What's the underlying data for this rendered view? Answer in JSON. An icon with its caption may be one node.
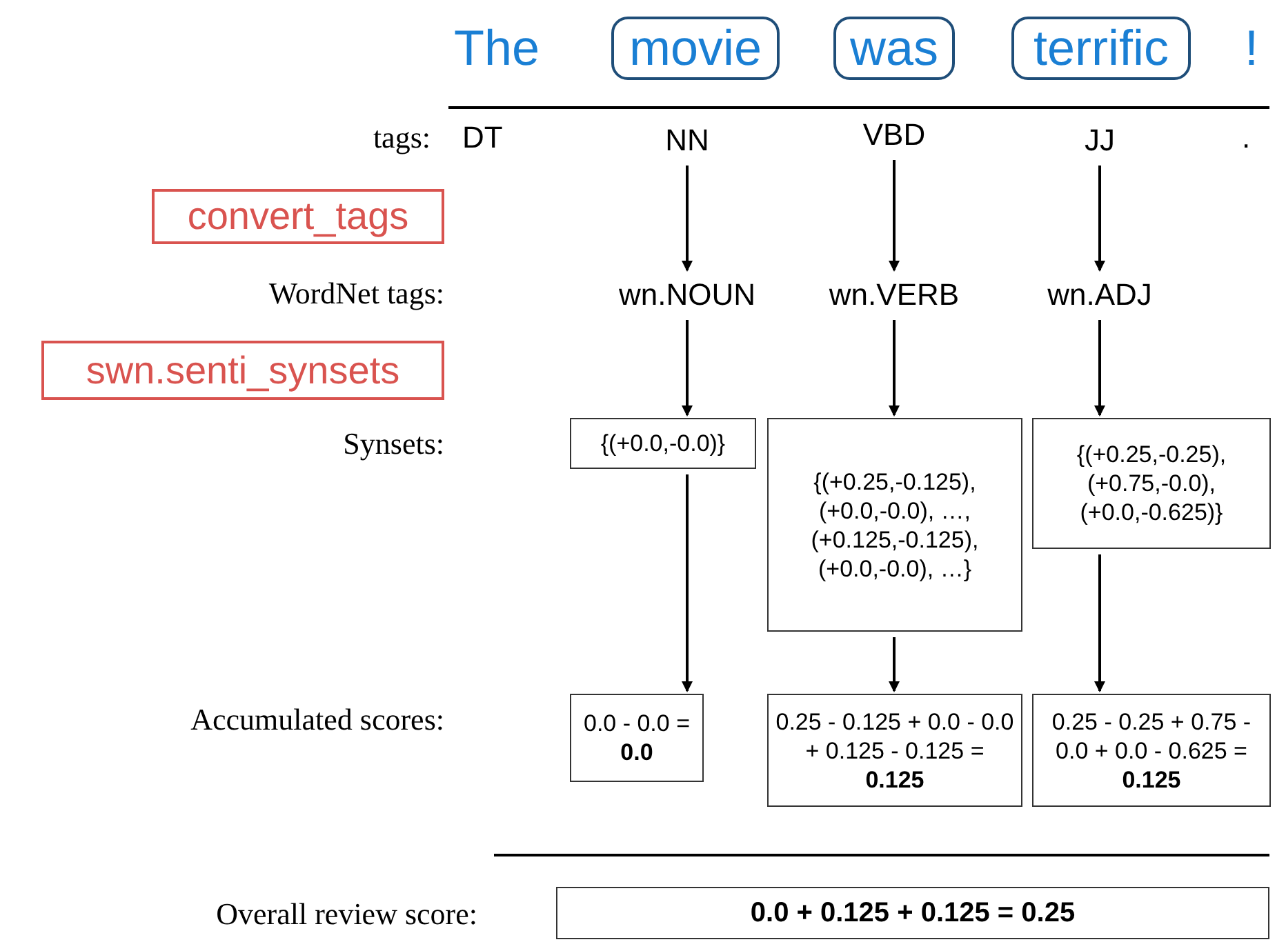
{
  "diagram": {
    "nodes": [
      {
        "text": [
          "The"
        ]
      },
      {
        "text": [
          "movie"
        ]
      },
      {
        "text": [
          "was"
        ]
      },
      {
        "text": [
          "terrific"
        ]
      },
      {
        "text": [
          "!"
        ]
      },
      {
        "text": [
          "NN"
        ]
      },
      {
        "text": [
          "VBD"
        ]
      },
      {
        "text": [
          "JJ"
        ]
      },
      {
        "text": [
          "convert_tags"
        ]
      },
      {
        "text": [
          "wn.NOUN"
        ]
      },
      {
        "text": [
          "wn.VERB"
        ]
      },
      {
        "text": [
          "wn.ADJ"
        ]
      },
      {
        "text": [
          "swn.senti_synsets"
        ]
      },
      {
        "text": [
          "{(+0.0,-0.0)}"
        ]
      },
      {
        "text": [
          "{(+0.25,-0.125), (+0.0,-0.0), …, (+0.125,-0.125), (+0.0,-0.0), …}"
        ]
      },
      {
        "text": [
          "{(+0.25,-0.25), (+0.75,-0.0), (+0.0,-0.625)}"
        ]
      },
      {
        "text": [
          "0.0 - 0.0 = **0.0**"
        ]
      },
      {
        "text": [
          "0.25 - 0.125 + 0.0 - 0.0 + 0.125 - 0.125 = **0.125**"
        ]
      },
      {
        "text": [
          "0.25 - 0.25 + 0.75 - 0.0 + 0.0 - 0.625 = **0.125**"
        ]
      },
      {
        "text": [
          "0.0 + 0.125 + 0.125 = 0.25"
        ]
      }
    ],
    "edges": [
      {
        "from": 5,
        "to": 9,
        "arrow": "to"
      },
      {
        "from": 6,
        "to": 10,
        "arrow": "to"
      },
      {
        "from": 7,
        "to": 11,
        "arrow": "to"
      },
      {
        "from": 9,
        "to": 13,
        "arrow": "to"
      },
      {
        "from": 10,
        "to": 14,
        "arrow": "to"
      },
      {
        "from": 11,
        "to": 15,
        "arrow": "to"
      },
      {
        "from": 13,
        "to": 16,
        "arrow": "to"
      },
      {
        "from": 14,
        "to": 17,
        "arrow": "to"
      },
      {
        "from": 15,
        "to": 18,
        "arrow": "to"
      }
    ],
    "labels": [
      "tags:",
      "DT",
      ".",
      "WordNet tags:",
      "Synsets:",
      "Accumulated scores:",
      "Overall review score:"
    ]
  }
}
